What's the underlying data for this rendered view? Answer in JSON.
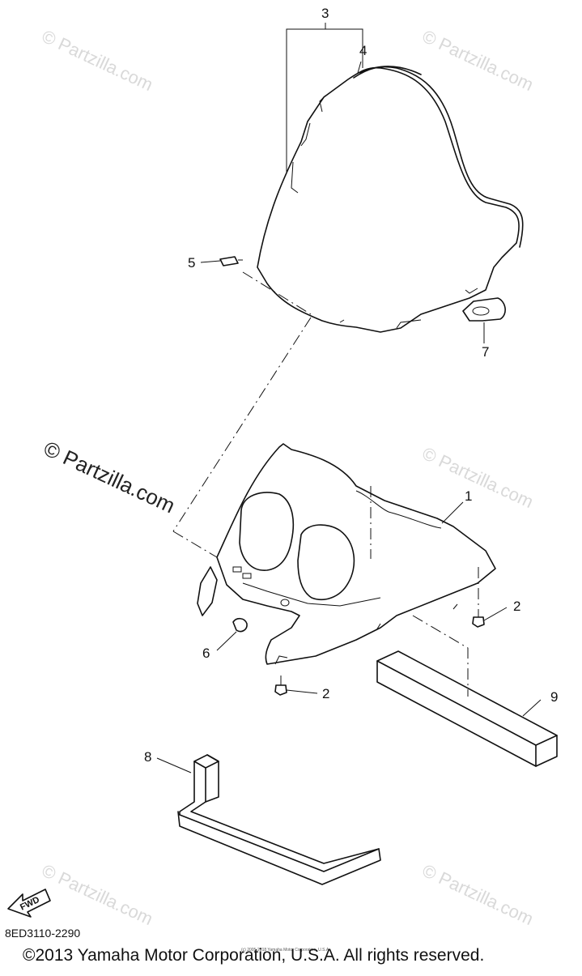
{
  "callouts": [
    "1",
    "2",
    "2",
    "3",
    "4",
    "5",
    "6",
    "7",
    "8",
    "9"
  ],
  "fwd_label": "FWD",
  "diagram_code": "8ED3110-2290",
  "copyright": "©2013 Yamaha Motor Corporation, U.S.A. All rights reserved.",
  "microprint": "(c) 2005-2018 Yamaha Motor Corporation, U.S.A.",
  "watermark_text": "© Partzilla.com",
  "watermark_left_text": "© Partzilla.com"
}
